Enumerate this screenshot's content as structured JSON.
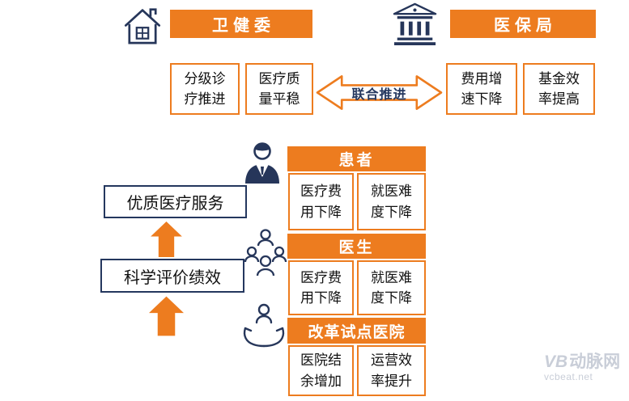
{
  "colors": {
    "orange": "#ED7C1F",
    "navy": "#24375E",
    "watermark_gray": "#C9CED8"
  },
  "header": {
    "left": {
      "icon": "house-icon",
      "banner": "卫健委",
      "boxes": [
        "分级诊疗推进",
        "医疗质量平稳"
      ]
    },
    "arrow_label": "联合推进",
    "right": {
      "icon": "bank-icon",
      "banner": "医保局",
      "boxes": [
        "费用增速下降",
        "基金效率提高"
      ]
    }
  },
  "left_flow": {
    "top_box": "优质医疗服务",
    "bottom_box": "科学评价绩效",
    "arrow_icon": "up-arrow-icon"
  },
  "stakeholders": [
    {
      "icon": "businessman-icon",
      "banner": "患者",
      "boxes": [
        "医疗费用下降",
        "就医难度下降"
      ]
    },
    {
      "icon": "people-group-icon",
      "banner": "医生",
      "boxes": [
        "医疗费用下降",
        "就医难度下降"
      ]
    },
    {
      "icon": "caring-hands-icon",
      "banner": "改革试点医院",
      "boxes": [
        "医院结余增加",
        "运营效率提升"
      ]
    }
  ],
  "watermark": {
    "logo": "VB",
    "brand": "动脉网",
    "domain": "vcbeat.net"
  }
}
